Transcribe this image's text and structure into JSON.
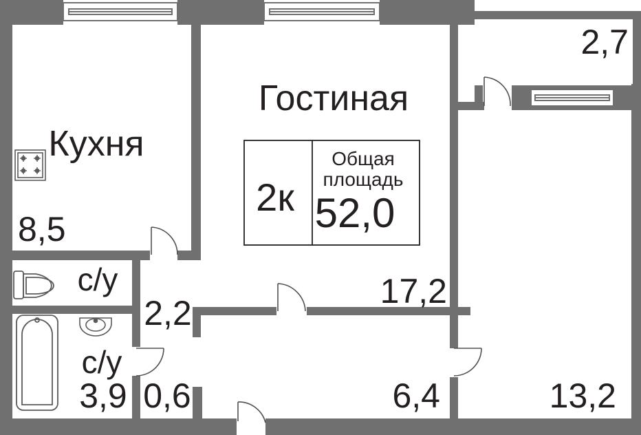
{
  "rooms": {
    "kitchen": {
      "name": "Кухня",
      "area": "8,5"
    },
    "living": {
      "name": "Гостиная",
      "area": "17,2"
    },
    "bath_small": {
      "name": "с/у"
    },
    "bath_large": {
      "name": "с/у",
      "area": "3,9"
    },
    "hall": {
      "area": "2,2"
    },
    "closet": {
      "area": "0,6"
    },
    "corridor": {
      "area": "6,4"
    },
    "bedroom": {
      "area": "13,2"
    },
    "balcony": {
      "area": "2,7"
    }
  },
  "summary": {
    "rooms_count": "2к",
    "total_label_line1": "Общая",
    "total_label_line2": "площадь",
    "total_area": "52,0"
  },
  "colors": {
    "wall": "#707070",
    "text": "#231f20",
    "fixture": "#5a5a5a"
  }
}
